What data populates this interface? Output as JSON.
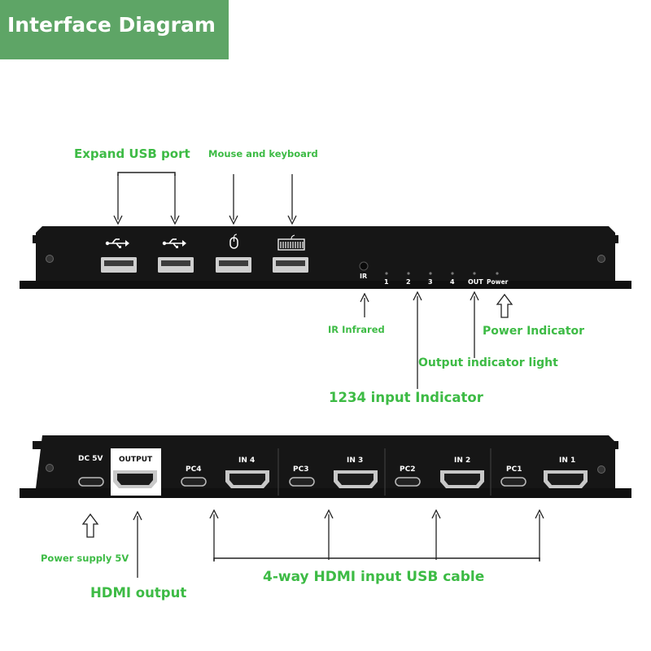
{
  "banner": {
    "title": "Interface Diagram"
  },
  "colors": {
    "banner_bg": "#5ea566",
    "label_green": "#3dbb45",
    "panel": "#141414",
    "port_silver": "#c8c8c8"
  },
  "top_panel": {
    "callouts": {
      "expand_usb": "Expand USB port",
      "mouse_keyboard": "Mouse and keyboard",
      "ir_infrared": "IR Infrared",
      "power_indicator": "Power Indicator",
      "output_indicator": "Output indicator light",
      "input_indicator": "1234 input Indicator"
    },
    "port_labels": {
      "ir": "IR",
      "led_1": "1",
      "led_2": "2",
      "led_3": "3",
      "led_4": "4",
      "led_out": "OUT",
      "led_power": "Power"
    },
    "icons": [
      "usb-icon",
      "usb-icon",
      "mouse-icon",
      "keyboard-icon"
    ]
  },
  "bottom_panel": {
    "callouts": {
      "power_supply": "Power supply 5V",
      "hdmi_output": "HDMI output",
      "hdmi_inputs": "4-way HDMI input USB cable"
    },
    "port_labels": {
      "dc": "DC 5V",
      "output": "OUTPUT",
      "pc4": "PC4",
      "in4": "IN 4",
      "pc3": "PC3",
      "in3": "IN 3",
      "pc2": "PC2",
      "in2": "IN 2",
      "pc1": "PC1",
      "in1": "IN 1"
    }
  }
}
